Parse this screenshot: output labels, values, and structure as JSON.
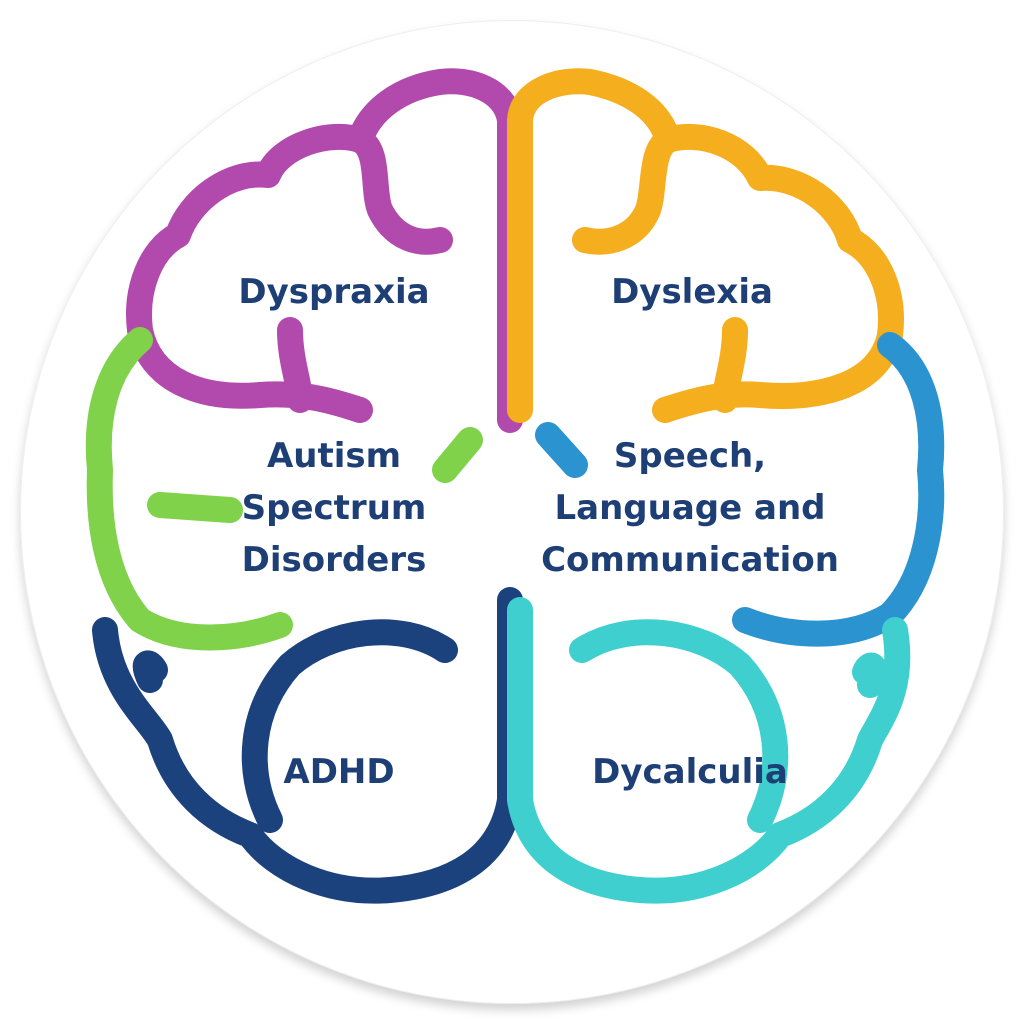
{
  "diagram": {
    "type": "brain-infographic",
    "regions": [
      {
        "id": "dyspraxia",
        "label": "Dyspraxia",
        "color": "#b24aad",
        "position": "top-left"
      },
      {
        "id": "dyslexia",
        "label": "Dyslexia",
        "color": "#f5ae1e",
        "position": "top-right"
      },
      {
        "id": "autism",
        "lines": [
          "Autism",
          "Spectrum",
          "Disorders"
        ],
        "color": "#80d24a",
        "position": "middle-left"
      },
      {
        "id": "speech",
        "lines": [
          "Speech,",
          "Language and",
          "Communication"
        ],
        "color": "#2a93d0",
        "position": "middle-right"
      },
      {
        "id": "adhd",
        "label": "ADHD",
        "color": "#1c427e",
        "position": "bottom-left"
      },
      {
        "id": "dyscalculia",
        "label": "Dycalculia",
        "color": "#3fcfcf",
        "position": "bottom-right"
      }
    ],
    "text_color": "#1d3f75",
    "background": "#ffffff"
  }
}
